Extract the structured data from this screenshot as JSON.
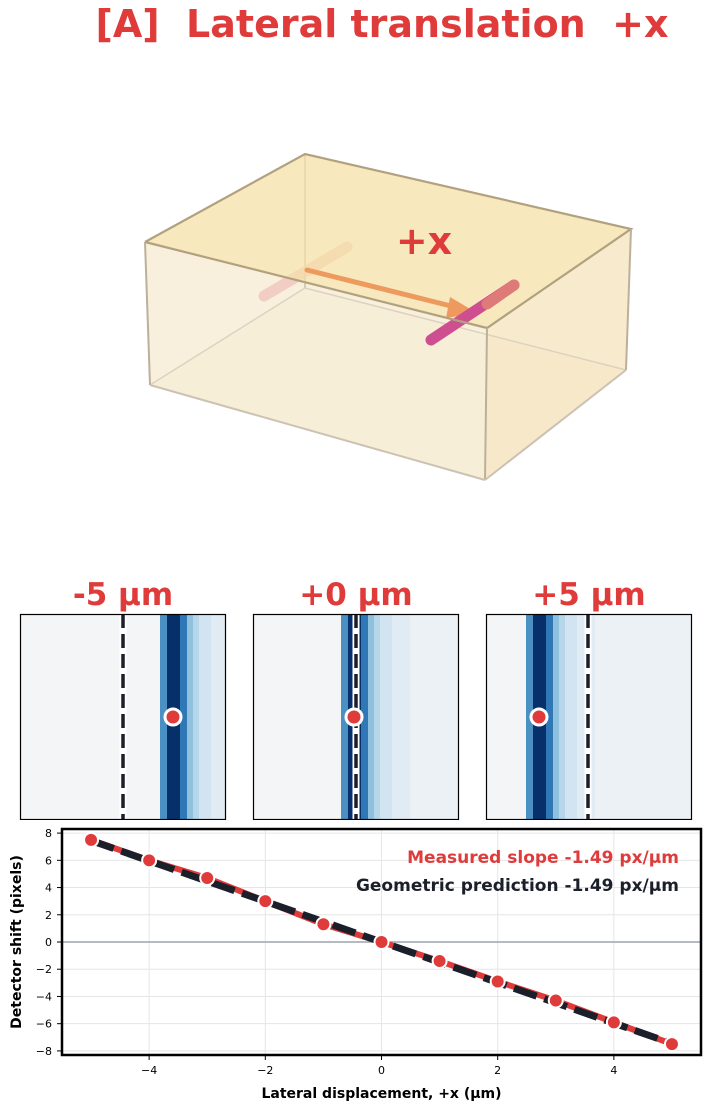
{
  "title": "[A]  Lateral translation  +x",
  "scene": {
    "box_label": "+x"
  },
  "panels": [
    {
      "label": "-5 µm",
      "displacement_um": -5
    },
    {
      "label": "+0 µm",
      "displacement_um": 0
    },
    {
      "label": "+5 µm",
      "displacement_um": 5
    }
  ],
  "annotations": {
    "measured": "Measured slope  -1.49 px/µm",
    "geometric": "Geometric prediction  -1.49 px/µm"
  },
  "colors": {
    "accent": "#e03b3b",
    "dark": "#1b1f2a",
    "box_fill": "#f6e5b5",
    "beam_core": "#07306b"
  },
  "chart_data": {
    "type": "line",
    "xlabel": "Lateral displacement, +x (µm)",
    "ylabel": "Detector shift (pixels)",
    "xlim": [
      -5.5,
      5.5
    ],
    "ylim": [
      -8.3,
      8.3
    ],
    "xticks": [
      -4,
      -2,
      0,
      2,
      4
    ],
    "yticks": [
      -8,
      -6,
      -4,
      -2,
      0,
      2,
      4,
      6,
      8
    ],
    "grid": true,
    "series": [
      {
        "name": "Measured",
        "x": [
          -5,
          -4,
          -3,
          -2,
          -1,
          0,
          1,
          2,
          3,
          4,
          5
        ],
        "values": [
          7.5,
          6.0,
          4.7,
          3.0,
          1.3,
          0.0,
          -1.4,
          -2.9,
          -4.3,
          -5.9,
          -7.5
        ]
      },
      {
        "name": "Geometric prediction",
        "x": [
          -5,
          5
        ],
        "values": [
          7.45,
          -7.45
        ]
      }
    ]
  }
}
